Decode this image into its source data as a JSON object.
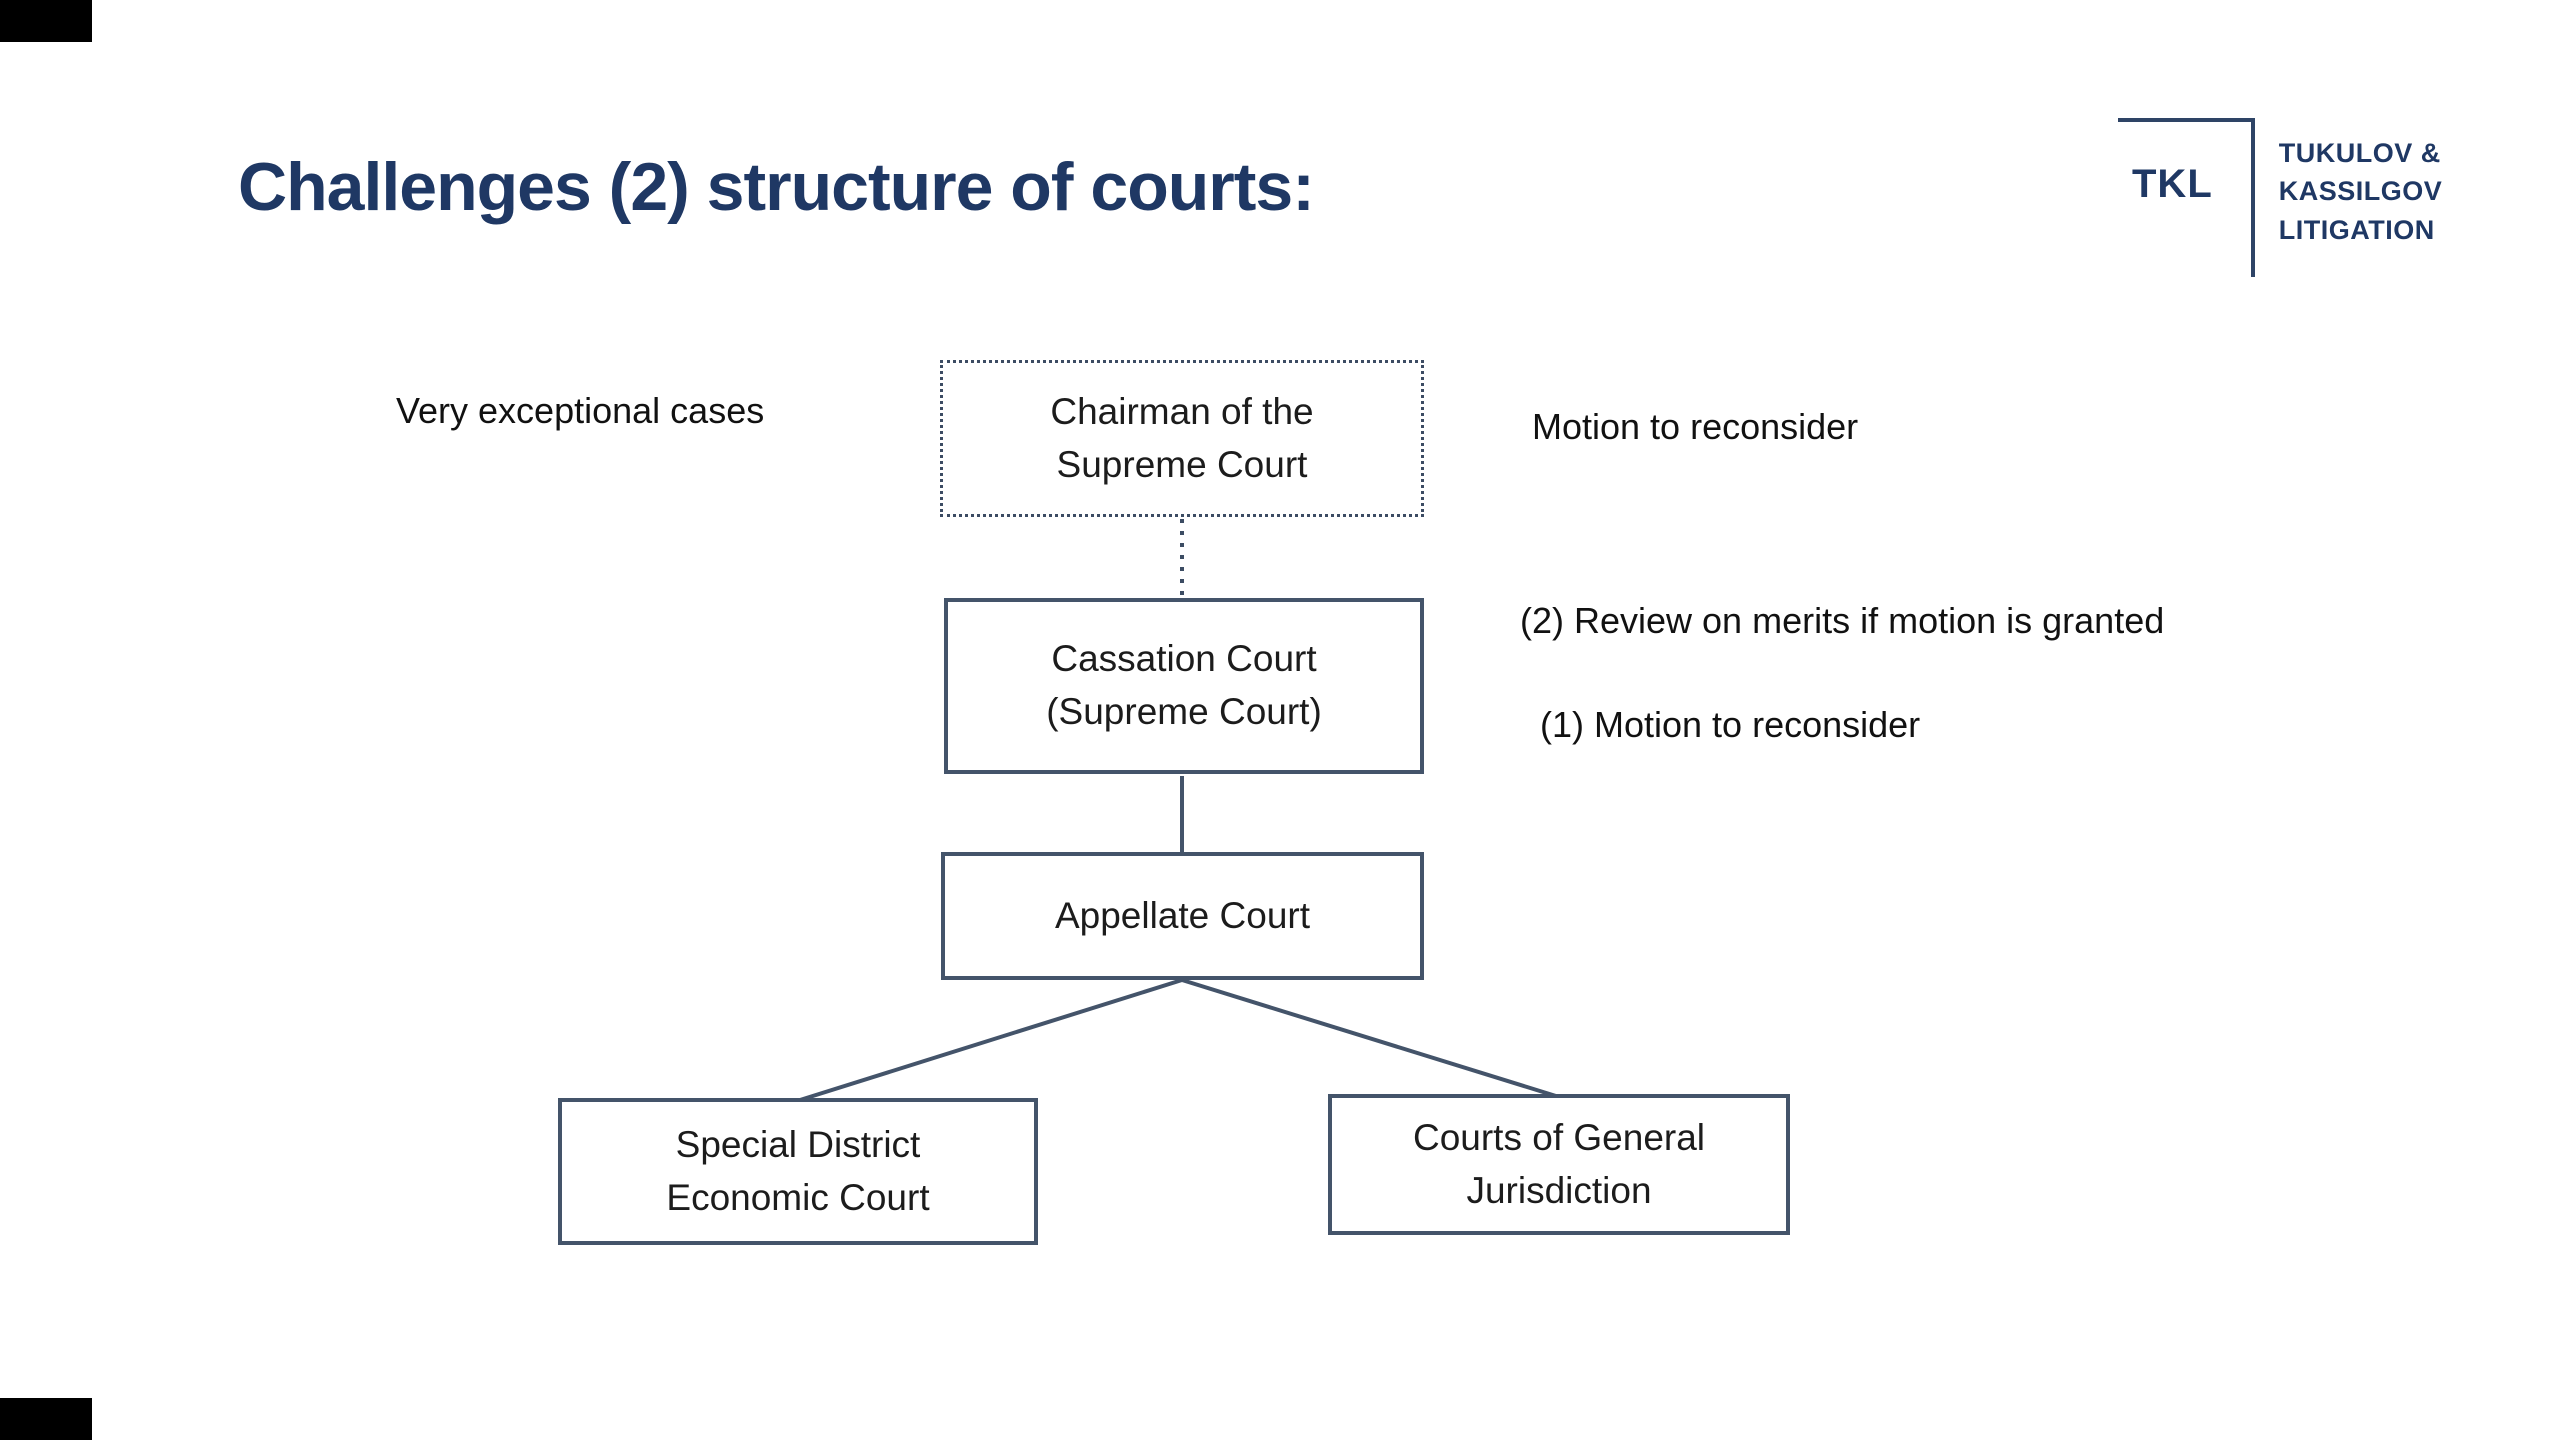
{
  "slide": {
    "title": "Challenges (2) structure of courts:"
  },
  "logo": {
    "abbr": "TKL",
    "line1": "TUKULOV &",
    "line2": "KASSILGOV",
    "line3": "LITIGATION"
  },
  "diagram": {
    "nodes": [
      {
        "id": "chairman-supreme-court",
        "style": "dotted",
        "lines": [
          "Chairman of the",
          "Supreme Court"
        ]
      },
      {
        "id": "cassation-court",
        "style": "solid",
        "lines": [
          "Cassation Court",
          "(Supreme Court)"
        ]
      },
      {
        "id": "appellate-court",
        "style": "solid",
        "lines": [
          "Appellate Court"
        ]
      },
      {
        "id": "special-district-economic-court",
        "style": "solid",
        "lines": [
          "Special District",
          "Economic Court"
        ]
      },
      {
        "id": "courts-of-general-jurisdiction",
        "style": "solid",
        "lines": [
          "Courts of General",
          "Jurisdiction"
        ]
      }
    ],
    "annotations": [
      {
        "id": "very-exceptional-cases",
        "text": "Very exceptional cases"
      },
      {
        "id": "motion-to-reconsider-top",
        "text": "Motion to reconsider"
      },
      {
        "id": "review-on-merits",
        "text": "(2) Review on merits if motion is granted"
      },
      {
        "id": "motion-to-reconsider-one",
        "text": "(1) Motion to reconsider"
      }
    ]
  },
  "colors": {
    "title": "#1f3864",
    "box_border": "#44546a",
    "logo": "#1f3864",
    "background": "#ffffff"
  }
}
